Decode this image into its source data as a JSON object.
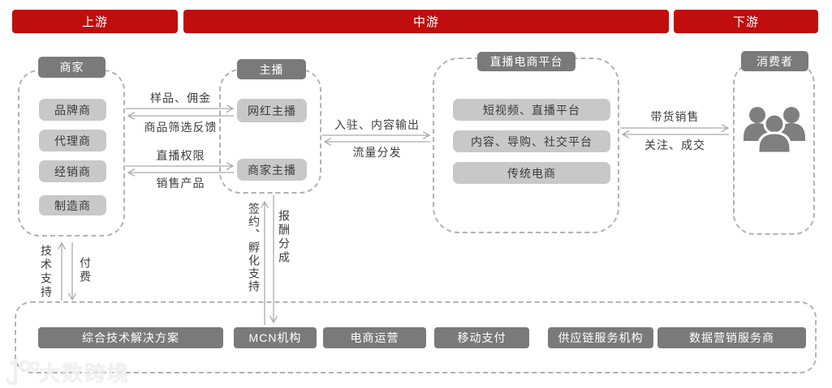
{
  "banners": {
    "upstream": "上游",
    "midstream": "中游",
    "downstream": "下游"
  },
  "groups": {
    "merchants": {
      "title": "商家",
      "items": [
        "品牌商",
        "代理商",
        "经销商",
        "制造商"
      ]
    },
    "anchors": {
      "title": "主播",
      "items": [
        "网红主播",
        "商家主播"
      ]
    },
    "platforms": {
      "title": "直播电商平台",
      "items": [
        "短视频、直播平台",
        "内容、导购、社交平台",
        "传统电商"
      ]
    },
    "consumers": {
      "title": "消费者",
      "icon": "people-group-icon"
    },
    "services": {
      "items": [
        "综合技术解决方案",
        "MCN机构",
        "电商运营",
        "移动支付",
        "供应链服务机构",
        "数据营销服务商"
      ]
    }
  },
  "flows": {
    "samples_commission": "样品、佣金",
    "product_feedback": "商品筛选反馈",
    "live_permission": "直播权限",
    "sell_products": "销售产品",
    "onboard_content": "入驻、内容输出",
    "traffic_distribution": "流量分发",
    "sales": "带货销售",
    "follow_deal": "关注、成交",
    "tech_support": "技术支持",
    "payment": "付费",
    "sign_incubate": "签约、孵化支持",
    "reward_share": "报酬分成"
  },
  "watermark": {
    "text": "大数跨境"
  },
  "colors": {
    "accent_red": "#C00D0D",
    "dark_gray": "#7A7A7A",
    "light_gray": "#C8C8C8",
    "arrow_gray": "#ABABAB",
    "dash_gray": "#B3B3B3"
  }
}
